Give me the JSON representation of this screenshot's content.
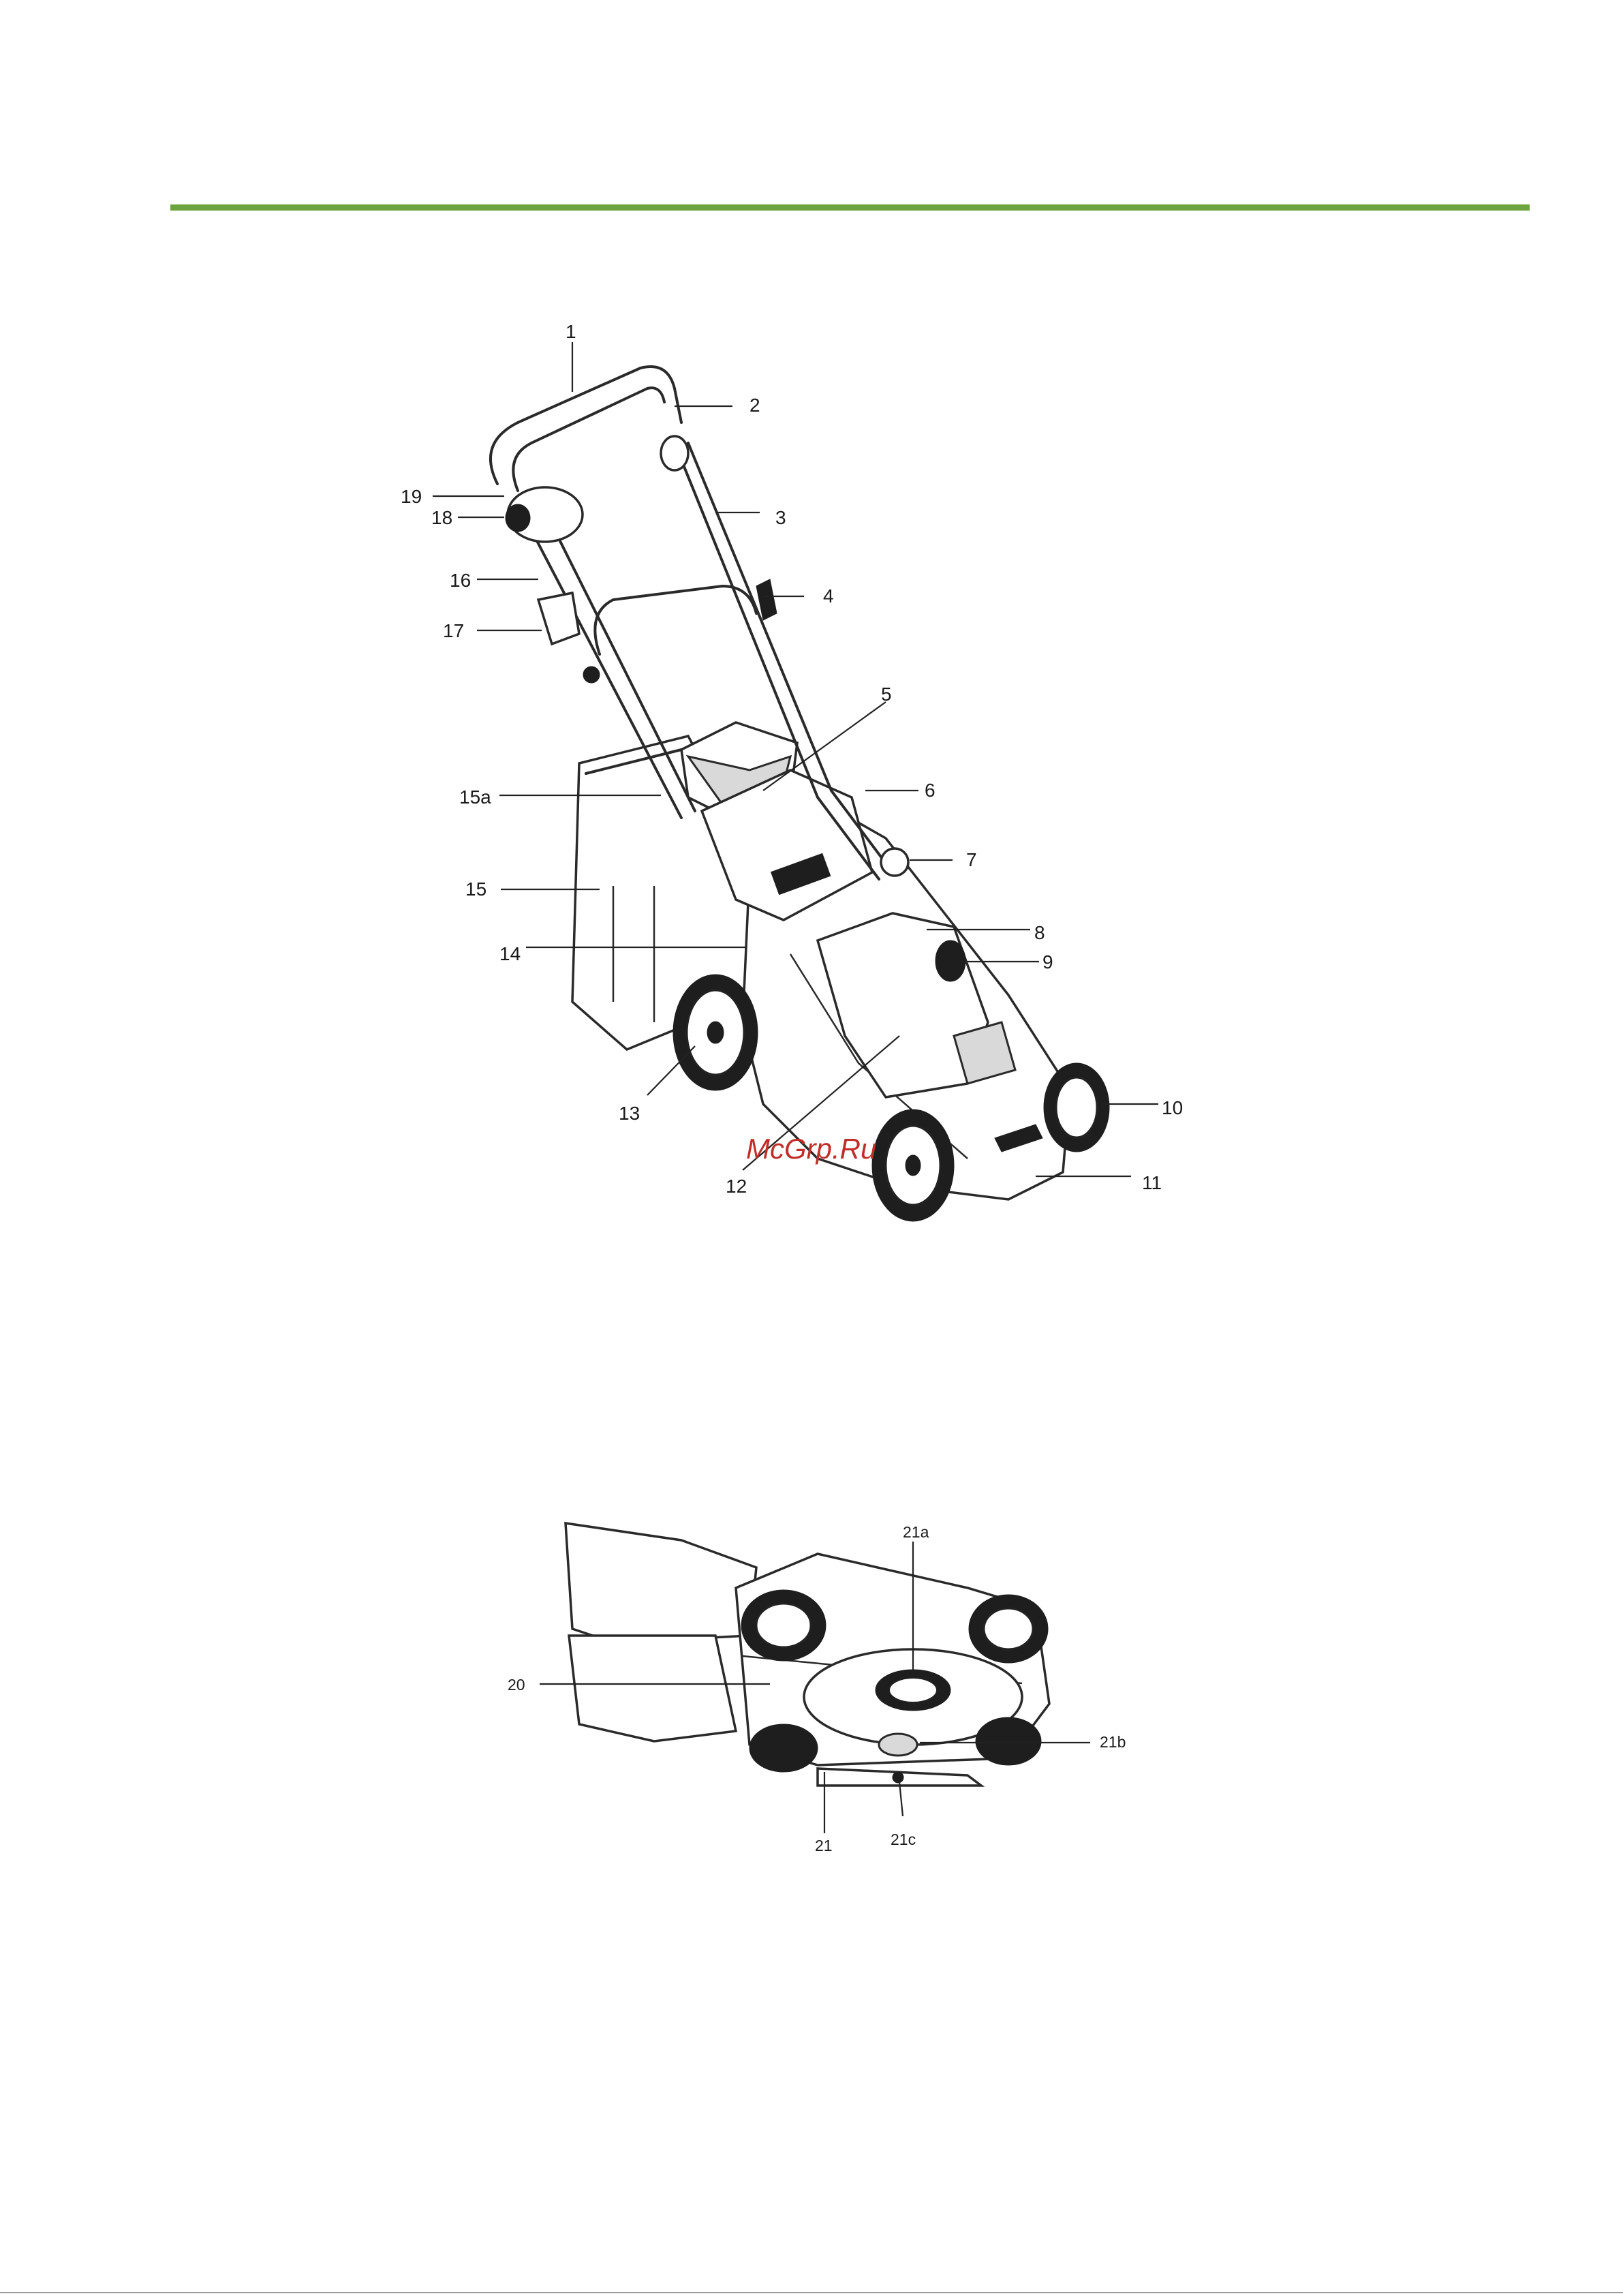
{
  "header": {
    "accent_color": "#6ea43f"
  },
  "figure_top": {
    "callouts": {
      "c1": "1",
      "c2": "2",
      "c3": "3",
      "c4": "4",
      "c5": "5",
      "c6": "6",
      "c7": "7",
      "c8": "8",
      "c9": "9",
      "c10": "10",
      "c11": "11",
      "c12": "12",
      "c13": "13",
      "c14": "14",
      "c15": "15",
      "c15a": "15a",
      "c16": "16",
      "c17": "17",
      "c18": "18",
      "c19": "19"
    }
  },
  "figure_bottom": {
    "callouts": {
      "c20": "20",
      "c21": "21",
      "c21a": "21a",
      "c21b": "21b",
      "c21c": "21c"
    }
  },
  "watermark": {
    "text": "McGrp.Ru",
    "color": "#c0302a"
  }
}
